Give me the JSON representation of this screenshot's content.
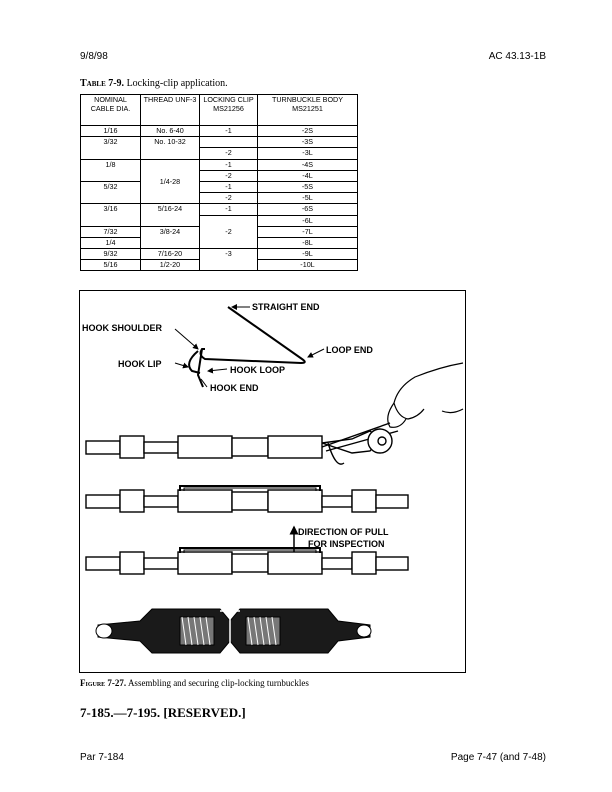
{
  "header": {
    "date": "9/8/98",
    "doc_id": "AC 43.13-1B"
  },
  "table": {
    "label": "Table 7-9.",
    "title": "Locking-clip application.",
    "columns": [
      "NOMINAL CABLE DIA.",
      "THREAD UNF-3",
      "LOCKING CLIP MS21256",
      "TURNBUCKLE BODY MS21251"
    ],
    "rows": [
      [
        "1/16",
        "No. 6-40",
        "-1",
        "-2S"
      ],
      [
        "3/32",
        "No. 10-32",
        "",
        "-3S"
      ],
      [
        "",
        "",
        "-2",
        "-3L"
      ],
      [
        "1/8",
        "",
        "-1",
        "-4S"
      ],
      [
        "",
        "1/4-28",
        "-2",
        "-4L"
      ],
      [
        "5/32",
        "",
        "-1",
        "-5S"
      ],
      [
        "",
        "",
        "-2",
        "-5L"
      ],
      [
        "3/16",
        "5/16-24",
        "-1",
        "-6S"
      ],
      [
        "",
        "",
        "",
        "-6L"
      ],
      [
        "7/32",
        "3/8-24",
        "-2",
        "-7L"
      ],
      [
        "1/4",
        "",
        "",
        "-8L"
      ],
      [
        "9/32",
        "7/16-20",
        "-3",
        "-9L"
      ],
      [
        "5/16",
        "1/2-20",
        "",
        "-10L"
      ]
    ]
  },
  "figure": {
    "labels": {
      "straight_end": "STRAIGHT END",
      "hook_shoulder": "HOOK SHOULDER",
      "loop_end": "LOOP END",
      "hook_lip": "HOOK LIP",
      "hook_loop": "HOOK LOOP",
      "hook_end": "HOOK END",
      "direction_line1": "DIRECTION OF PULL",
      "direction_line2": "FOR INSPECTION"
    },
    "caption_label": "Figure 7-27.",
    "caption_text": "Assembling and securing clip-locking turnbuckles"
  },
  "section": {
    "heading": "7-185.—7-195. [RESERVED.]"
  },
  "footer": {
    "paragraph": "Par 7-184",
    "page": "Page 7-47 (and 7-48)"
  }
}
